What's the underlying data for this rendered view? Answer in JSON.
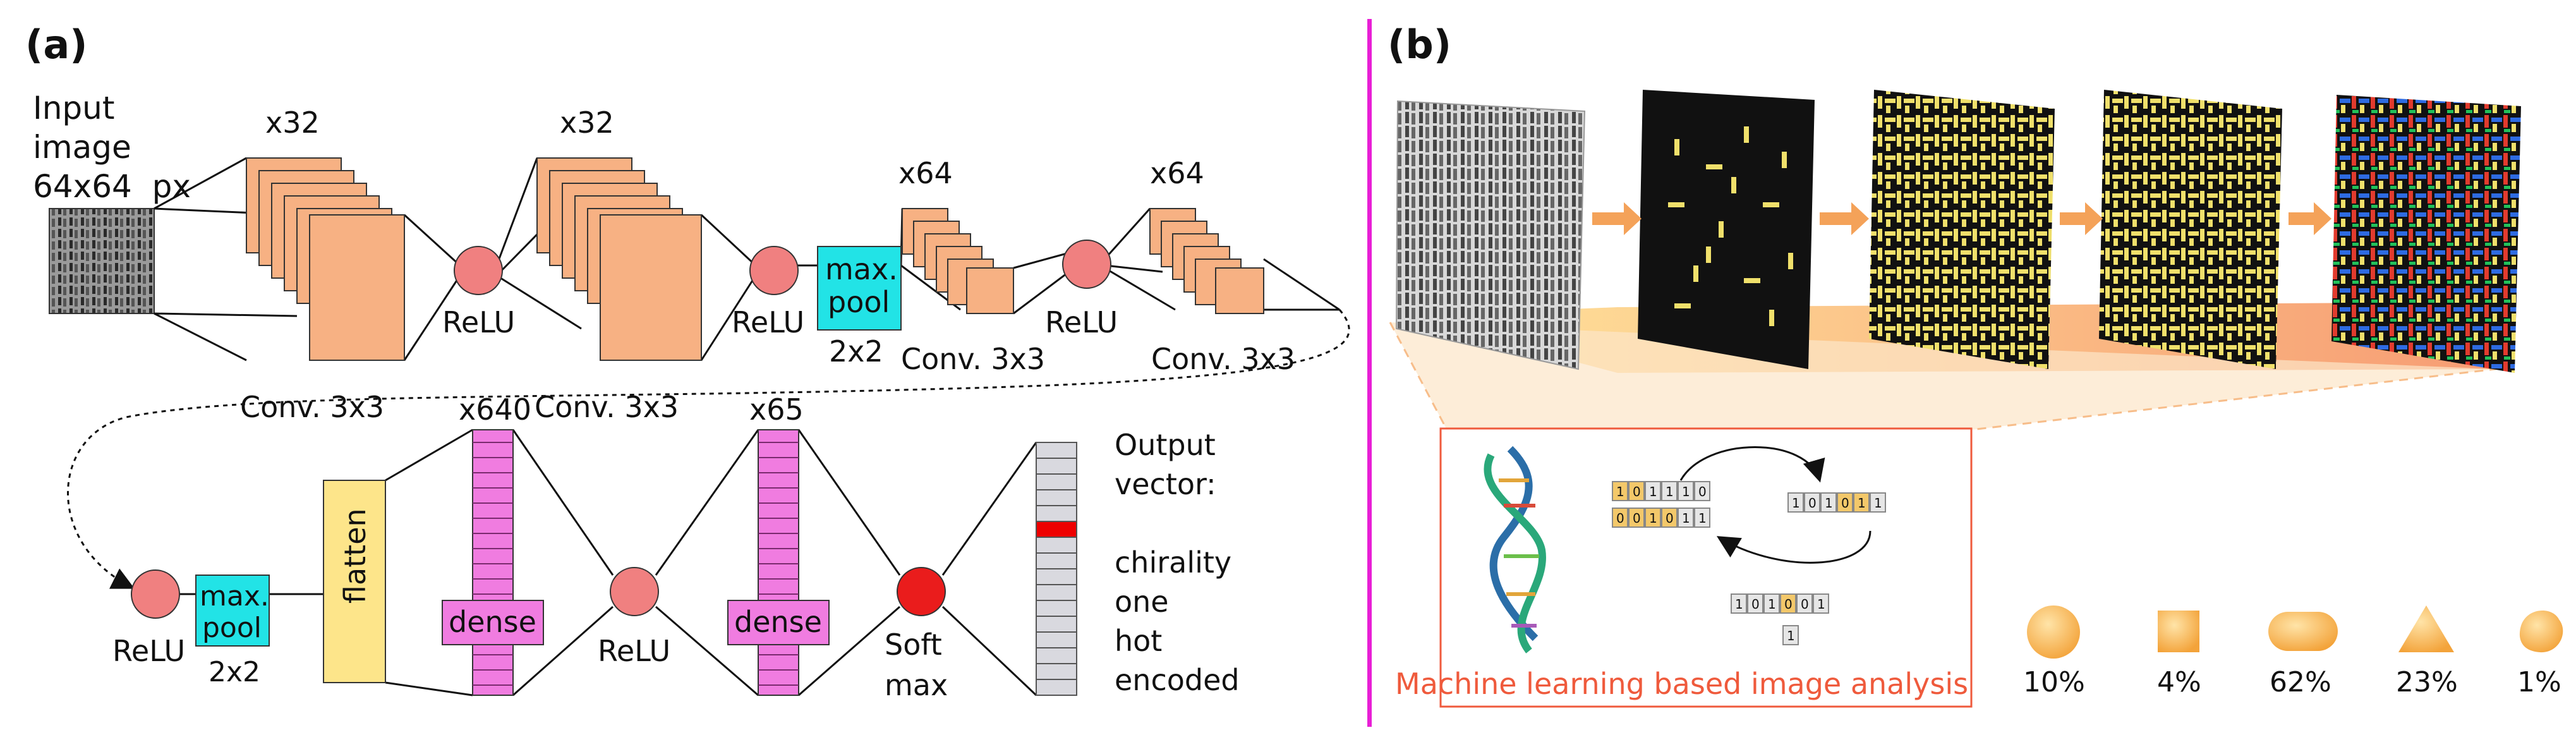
{
  "panel_a": {
    "label": "(a)",
    "input_label": [
      "Input",
      "image",
      "64x64  px"
    ],
    "conv_blocks": [
      {
        "count": "x32",
        "label": "Conv. 3x3"
      },
      {
        "count": "x32",
        "label": "Conv. 3x3"
      },
      {
        "count": "x64",
        "label": "Conv. 3x3"
      },
      {
        "count": "x64",
        "label": "Conv. 3x3"
      }
    ],
    "relu": "ReLU",
    "maxpool_lines": [
      "max.",
      "pool"
    ],
    "maxpool_size": "2x2",
    "flatten": "flatten",
    "dense": "dense",
    "dense_counts": [
      "x640",
      "x65"
    ],
    "softmax_lines": [
      "Soft",
      "max"
    ],
    "output_text": [
      "Output",
      "vector:",
      "",
      "chirality",
      "one",
      "hot",
      "encoded"
    ],
    "colors": {
      "conv": "#f7b183",
      "relu": "#f08080",
      "maxpool": "#22e3e6",
      "flatten": "#fde58a",
      "dense": "#f07ce0",
      "softmax": "#ea1c1c",
      "output_cell": "#d9d9df",
      "output_hot": "#ee0000"
    }
  },
  "panel_b": {
    "label": "(b)",
    "caption": "Machine learning based image analysis",
    "percentages": [
      "10%",
      "4%",
      "62%",
      "23%",
      "1%"
    ],
    "bit_rows": {
      "top_left": "101110",
      "mid_left": "001011",
      "top_right": "101011",
      "bottom": "101001",
      "bottom_extra": "1"
    },
    "colors": {
      "divider": "#e81fd6",
      "accent": "#f4a259",
      "particle": "#f0e06b",
      "caption": "#ef5a3c"
    }
  }
}
